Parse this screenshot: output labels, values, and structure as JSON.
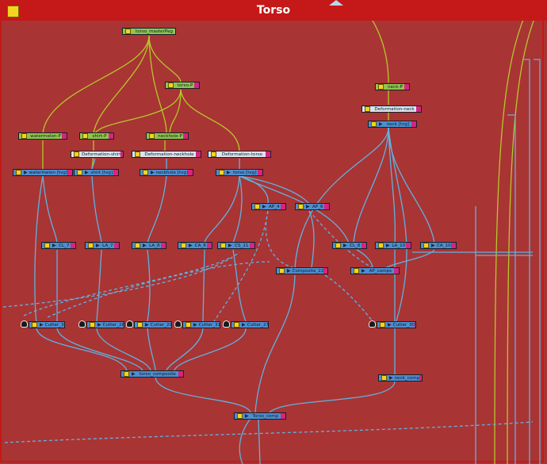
{
  "window": {
    "title": "Torso"
  },
  "colors": {
    "background": "#a93434",
    "title_bar": "#c51818",
    "wire_green": "#b5c82a",
    "wire_blue": "#5fb2e0",
    "node_green": "#8fc64e",
    "node_blue": "#4e8ed0",
    "node_white": "#dbe5ef"
  },
  "nodes": {
    "torso_masterPeg": "torso_masterPeg",
    "torso_p": "torso-P",
    "neck_p": "neck-P",
    "deformation_neck": "Deformation-neck",
    "neck_tvg": "neck [tvg]",
    "watermelon_p": "watermelon-P",
    "shirt_p": "shirt-P",
    "neckhole_p": "neckhole-P",
    "deformation_shirt": "Deformation-shirt",
    "deformation_neckhole": "Deformation-neckhole",
    "deformation_torso": "Deformation-torso",
    "watermelon_tvg": "watermelon [tvg]",
    "shirt_tvg": "shirt [tvg]",
    "neckhole_tvg": "neckhole [tvg]",
    "torso_tvg": "torso [tvg]",
    "ap_4": "AP_4",
    "ap_6": "AP_6",
    "cl_7": "CL_7",
    "la_7": "LA_7",
    "la_8": "LA_8",
    "ca_8": "CA_8",
    "cs_11": "CS_11",
    "cl_8": "CL_8",
    "la_10": "LA_10",
    "ca_10": "CA_10",
    "composite_22": "Composite_22",
    "ap_comps": "AP_comps",
    "cutter_32": "Cutter_32",
    "cutter_28": "Cutter_28",
    "cutter_29": "Cutter_29",
    "cutter_31": "Cutter_31",
    "cutter_27": "Cutter_27",
    "cutter_30": "Cutter_30",
    "torso_composite": "torso_composite",
    "neck_comp": "neck_comp",
    "torso_comp": "Torso_comp"
  }
}
